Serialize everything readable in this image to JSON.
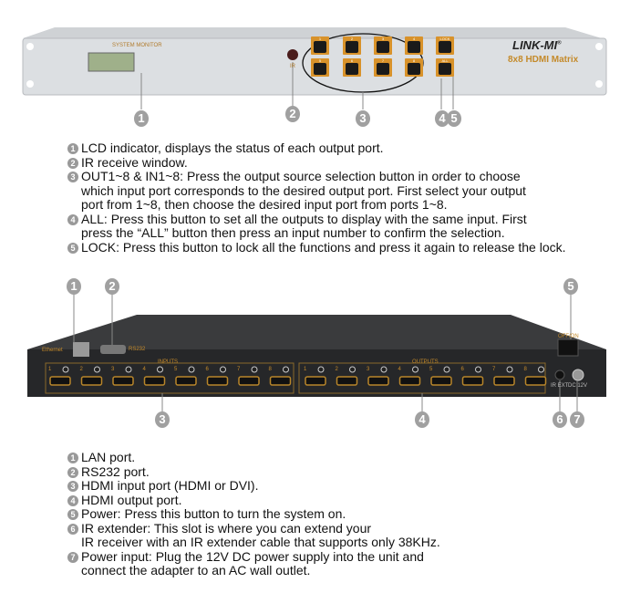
{
  "front": {
    "monitor_label": "SYSTEM MONITOR",
    "ir_label": "IR",
    "brand": "LINK-MI",
    "brand_mark": "®",
    "model": "8x8 HDMI Matrix",
    "buttons": [
      "1",
      "2",
      "3",
      "4",
      "5",
      "6",
      "7",
      "8"
    ],
    "lock": "LOCK",
    "all": "ALL",
    "callouts": [
      "1",
      "2",
      "3",
      "4",
      "5"
    ]
  },
  "front_desc": [
    {
      "n": "1",
      "lines": [
        "LCD indicator, displays the status of each output port."
      ]
    },
    {
      "n": "2",
      "lines": [
        "IR receive window."
      ]
    },
    {
      "n": "3",
      "lines": [
        "OUT1~8 & IN1~8: Press the output source selection button in order to choose",
        "which input port corresponds to the desired output port. First select your output",
        "port from 1~8, then choose the desired input port from ports 1~8."
      ]
    },
    {
      "n": "4",
      "lines": [
        "ALL: Press this button to set all the outputs to display with the same input. First",
        "press the “ALL” button then press an input number to confirm the selection."
      ]
    },
    {
      "n": "5",
      "lines": [
        "LOCK: Press this button to lock all the functions and press it again to release the lock."
      ]
    }
  ],
  "back": {
    "ethernet": "Ethernet",
    "rs232": "RS232",
    "inputs": "INPUTS",
    "outputs": "OUTPUTS",
    "ports": [
      "1",
      "2",
      "3",
      "4",
      "5",
      "6",
      "7",
      "8"
    ],
    "power": "OFF/ON",
    "irext": "IR EXT",
    "dc": "DC 12V",
    "callouts": [
      "1",
      "2",
      "3",
      "4",
      "5",
      "6",
      "7"
    ]
  },
  "back_desc": [
    {
      "n": "1",
      "lines": [
        "LAN port."
      ]
    },
    {
      "n": "2",
      "lines": [
        "RS232 port."
      ]
    },
    {
      "n": "3",
      "lines": [
        "HDMI input port (HDMI or DVI)."
      ]
    },
    {
      "n": "4",
      "lines": [
        "HDMI output port."
      ]
    },
    {
      "n": "5",
      "lines": [
        "Power: Press this button to turn the system on."
      ]
    },
    {
      "n": "6",
      "lines": [
        "IR extender: This slot is where you can extend your",
        "IR receiver with an IR extender cable that supports only 38KHz."
      ]
    },
    {
      "n": "7",
      "lines": [
        "Power input: Plug the 12V DC power supply into the unit and",
        "connect the adapter to an AC wall outlet."
      ]
    }
  ]
}
